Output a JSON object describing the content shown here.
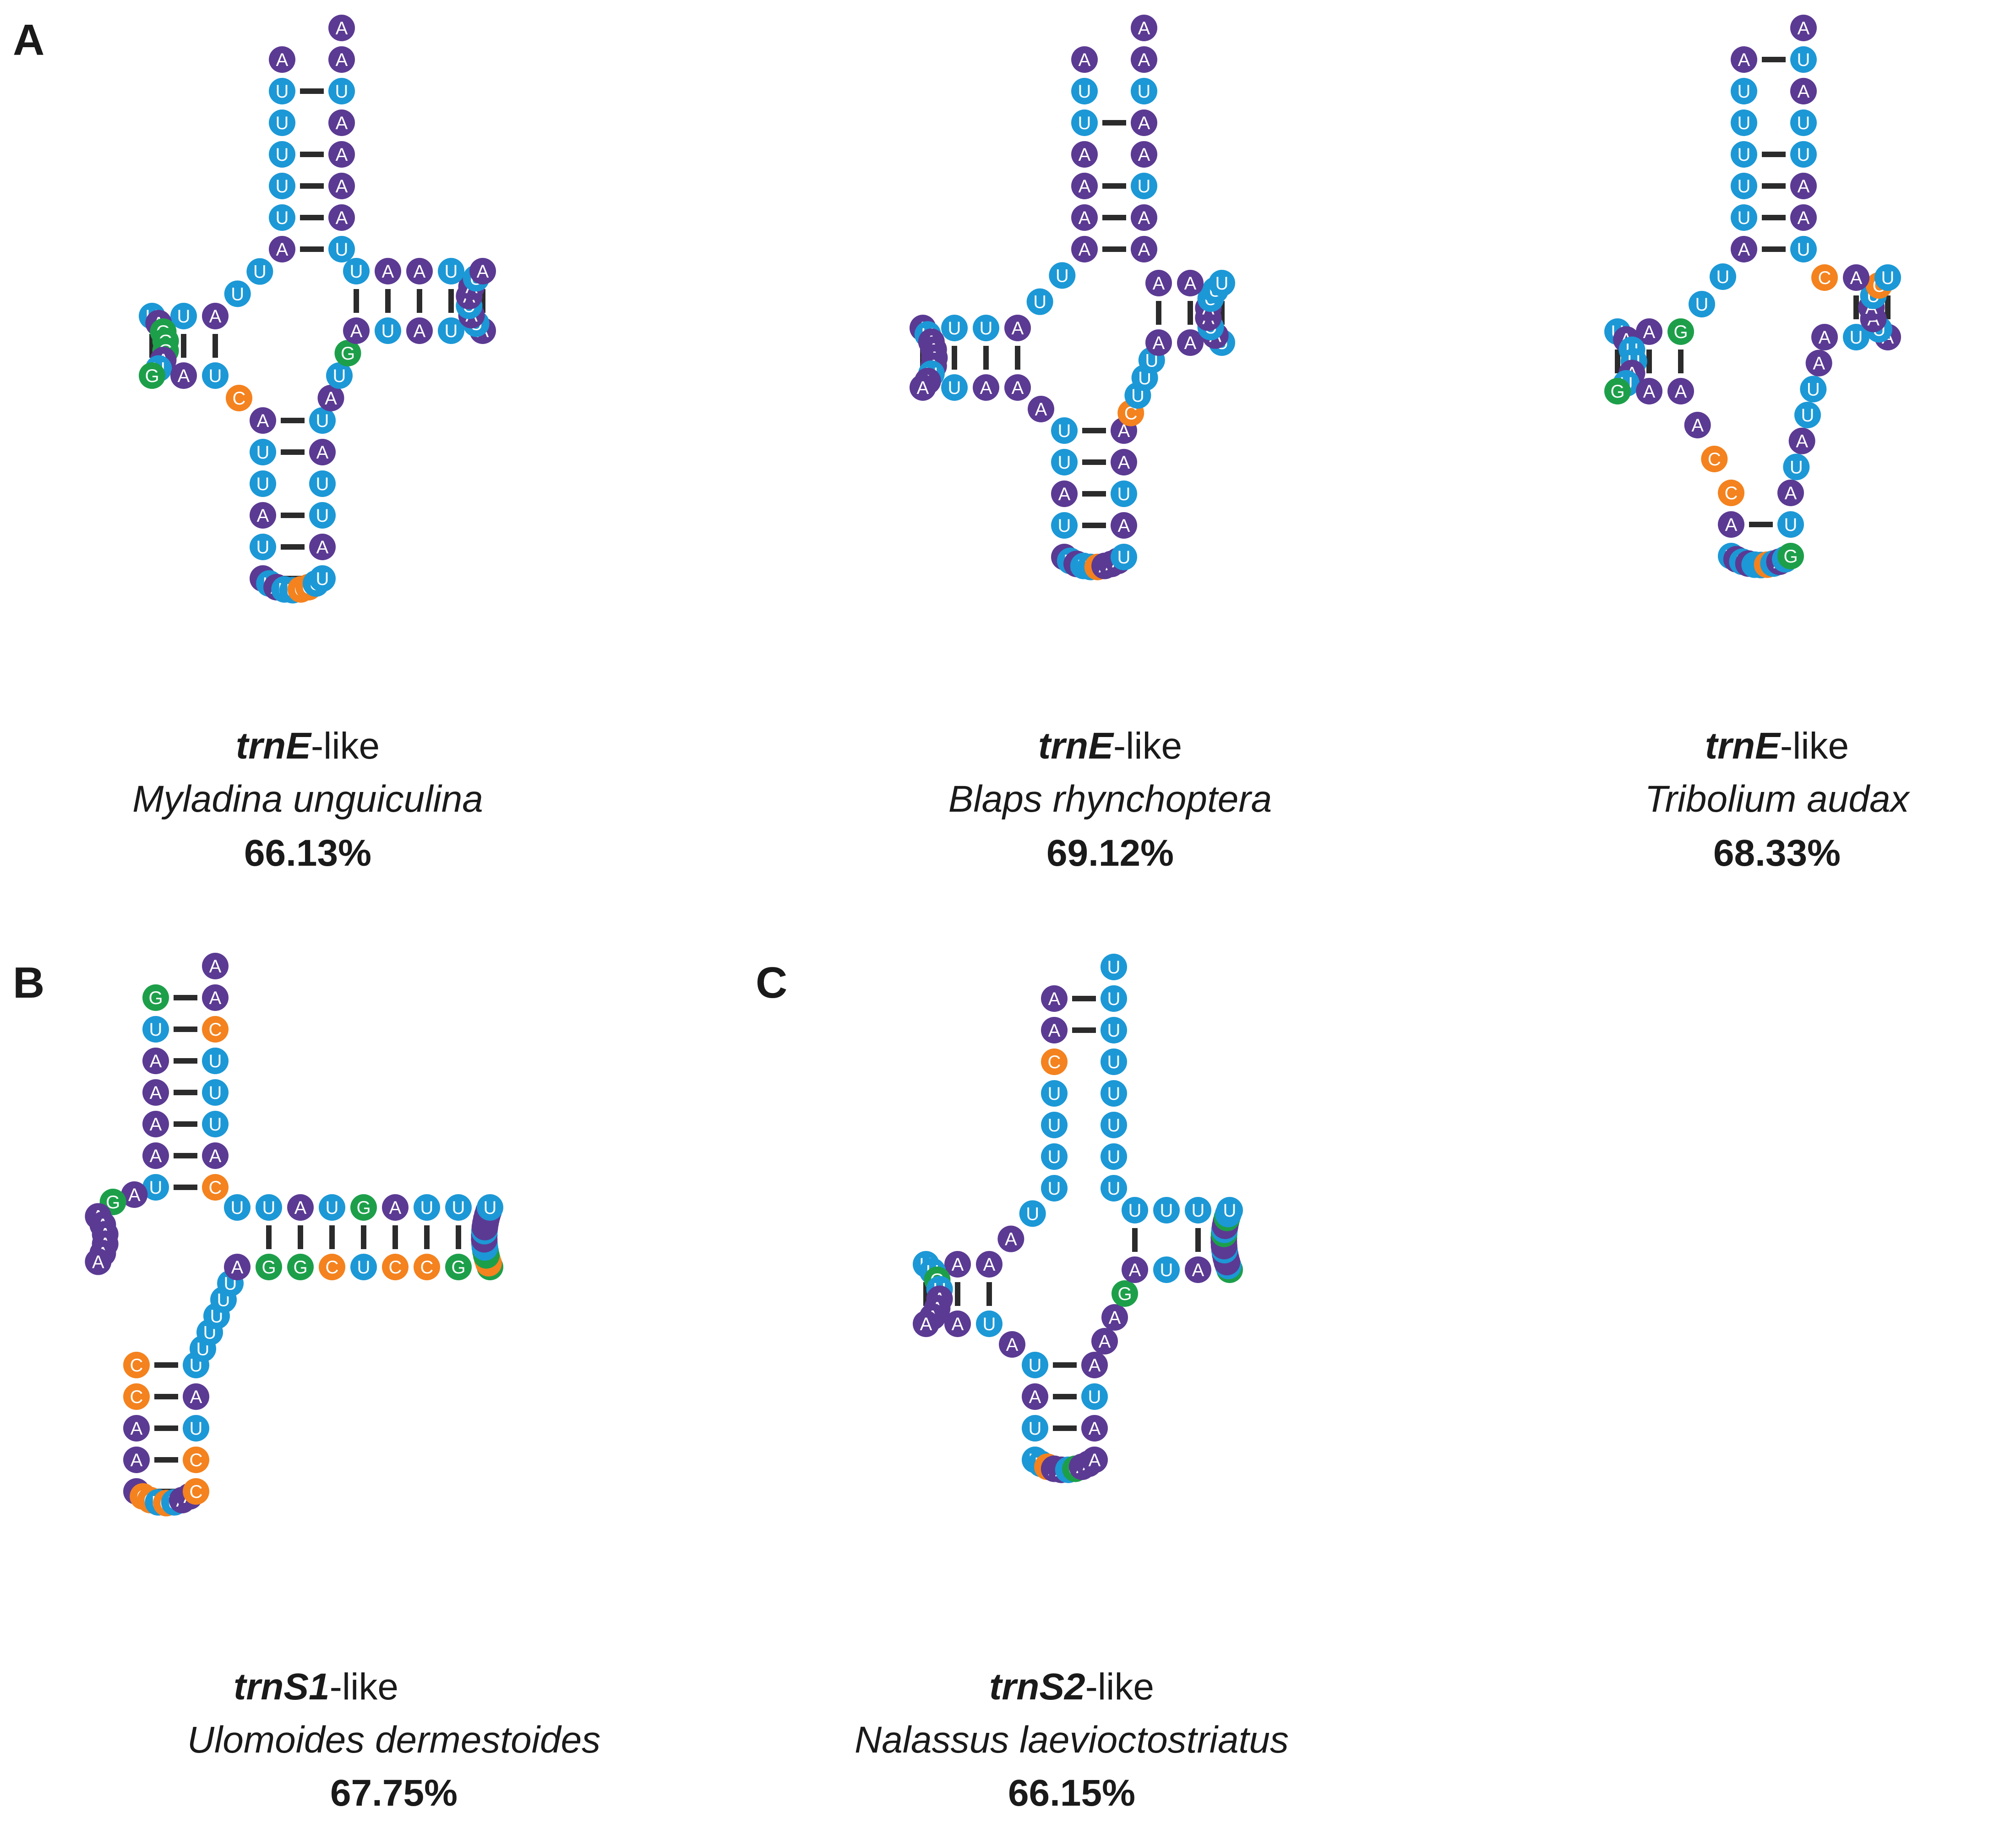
{
  "colors": {
    "A": "#5b3a93",
    "U": "#1c98d6",
    "C": "#f4821e",
    "G": "#1d9f4a",
    "bond": "#2b2b2b",
    "background": "#ffffff"
  },
  "panels": {
    "a": "A",
    "b": "B",
    "c": "C"
  },
  "structures": [
    {
      "gene_italic": "trnE",
      "gene_suffix": "-like",
      "species": "Myladina unguiculina",
      "percent": "66.13%",
      "acceptor_5p": "AUUUUUA",
      "acceptor_3p": "AAUAAAAU",
      "connector_1": "UU",
      "d_stem_5p": "AUU",
      "d_loop": "AGGGAU",
      "d_stem_3p": "GAU",
      "connector_2": "C",
      "anticodon_stem_5p": "AUUAUA",
      "anticodon_loop": "UAUUCCU",
      "anticodon_stem_3p": "UAUUAU",
      "variable_loop": "AUG",
      "t_stem_5p": "AUAUA",
      "t_loop": "UAUAAU",
      "t_stem_3p": "AUAAU"
    },
    {
      "gene_italic": "trnE",
      "gene_suffix": "-like",
      "species": "Blaps rhynchoptera",
      "percent": "69.12%",
      "acceptor_5p": "AUUAAAA",
      "acceptor_3p": "AAUAAUAA",
      "connector_1": "UU",
      "d_stem_5p": "AUUA",
      "d_loop": "UAAAAUA",
      "d_stem_3p": "AUAA",
      "connector_2": "A",
      "anticodon_stem_5p": "UUAUA",
      "anticodon_loop": "UAUUCAAA",
      "anticodon_stem_3p": "UAUAA",
      "variable_loop": "CUUU",
      "t_stem_5p": "AAU",
      "t_loop": "AUAAUU",
      "t_stem_3p": "UAA"
    },
    {
      "gene_italic": "trnE",
      "gene_suffix": "-like",
      "species": "Tribolium audax",
      "percent": "68.33%",
      "acceptor_5p": "AUUUUUA",
      "acceptor_3p": "AUAUUAAU",
      "connector_1": "UU",
      "d_stem_5p": "GAU",
      "d_loop": "AUUAU",
      "d_stem_3p": "GAA",
      "connector_2": "AC",
      "anticodon_stem_5p": "CAU",
      "anticodon_loop": "AUAUUCUAU",
      "anticodon_stem_3p": "GUA",
      "variable_loop": "UAUUA",
      "t_stem_5p": "AUA",
      "t_loop": "UAAUC",
      "t_stem_3p": "UAC"
    },
    {
      "gene_italic": "trnS1",
      "gene_suffix": "-like",
      "species": "Ulomoides dermestoides",
      "percent": "67.75%",
      "acceptor_5p": "GUAAAAU",
      "acceptor_3p": "AACUUUAC",
      "connector_1": "AG",
      "d_stem_5p": "",
      "d_loop": "AAAAAA",
      "d_stem_3p": "",
      "connector_2": "",
      "anticodon_stem_5p": "CCAAA",
      "anticodon_loop": "CCUCUAA",
      "anticodon_stem_3p": "CCUAU",
      "variable_loop": "UUUUU",
      "t_stem_5p": "AGGCUCCGG",
      "t_loop": "CCGGUUAAUAAAAA",
      "t_stem_3p": "UUUAGUAUU"
    },
    {
      "gene_italic": "trnS2",
      "gene_suffix": "-like",
      "species": "Nalassus laevioctostriatus",
      "percent": "66.15%",
      "acceptor_5p": "AACUUUU",
      "acceptor_3p": "UUUUUUUU",
      "connector_1": "UA",
      "d_stem_5p": "AAU",
      "d_loop": "UGUAAA",
      "d_stem_3p": "AAU",
      "connector_2": "A",
      "anticodon_stem_5p": "UAUU",
      "anticodon_loop": "UCAAUGAA",
      "anticodon_stem_3p": "AAUA",
      "variable_loop": "AAG",
      "t_stem_5p": "AUAG",
      "t_loop": "UAAAUAAAGUAAGU",
      "t_stem_3p": "UUUU"
    }
  ]
}
